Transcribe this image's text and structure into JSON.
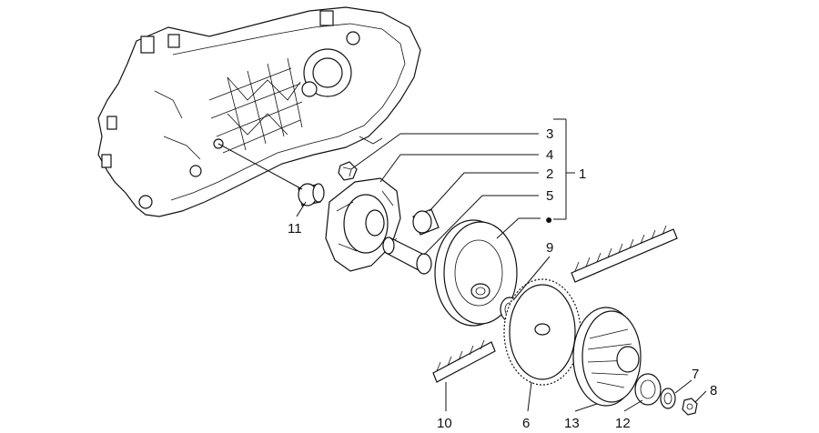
{
  "diagram": {
    "callouts": {
      "c1": "1",
      "c2": "2",
      "c3": "3",
      "c4": "4",
      "c5": "5",
      "c6": "6",
      "c7": "7",
      "c8": "8",
      "c9": "9",
      "c10": "10",
      "c11": "11",
      "c12": "12",
      "c13": "13"
    },
    "bullet": "●",
    "colors": {
      "ink": "#111111",
      "background": "#ffffff"
    }
  }
}
